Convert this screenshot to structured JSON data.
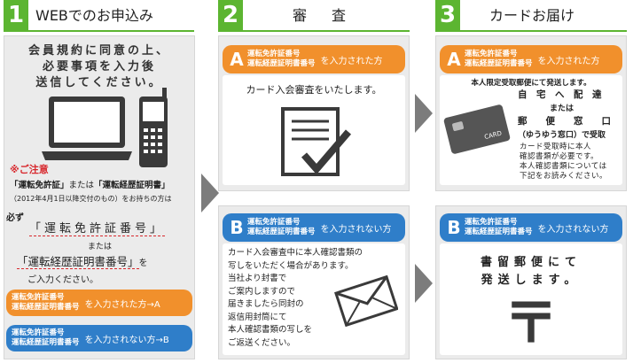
{
  "steps": [
    {
      "number": "1",
      "title": "WEBでのお申込み"
    },
    {
      "number": "2",
      "title": "審　査"
    },
    {
      "number": "3",
      "title": "カードお届け"
    }
  ],
  "license_pill_line1": "運転免許証番号",
  "license_pill_line2": "運転経歴証明書番号",
  "step1": {
    "intro": [
      "会員規約に同意の上、",
      "必要事項を入力後",
      "送信してください。"
    ],
    "notice_title": "※ご注意",
    "license_bracket": "「運転免許証」",
    "license_middle": "または",
    "cert_bracket": "「運転経歴証明書」",
    "date_note": "（2012年4月1日以降交付のもの）をお持ちの方は",
    "must": "必ず",
    "license_number": "「運転免許証番号」",
    "or": "または",
    "cert_number": "「運転経歴証明書番号」",
    "wo": "を",
    "please_input": "ご入力ください。",
    "pill_a_suffix": "を入力された方→A",
    "pill_b_suffix": "を入力されない方→B"
  },
  "step2": {
    "a_letter": "A",
    "a_suffix": "を入力された方",
    "a_text": "カード入会審査をいたします。",
    "b_letter": "B",
    "b_suffix": "を入力されない方",
    "b_text": [
      "カード入会審査中に本人確認書類の",
      "写しをいただく場合があります。",
      "当社より封書で",
      "ご案内しますので",
      "届きましたら同封の",
      "返信用封筒にて",
      "本人確認書類の写しを",
      "ご返送ください。"
    ]
  },
  "step3": {
    "a_letter": "A",
    "a_suffix": "を入力された方",
    "a_lines": [
      "本人限定受取郵便にて発送します。",
      "自　宅　へ　配　達",
      "または",
      "郵　　便　　窓　　口",
      "（ゆうゆう窓口）で受取"
    ],
    "card_label": "CARD",
    "a_note": [
      "カード受取時に本人",
      "確認書類が必要です。",
      "本人確認書類については",
      "下記をお読みください。"
    ],
    "b_letter": "B",
    "b_suffix": "を入力されない方",
    "b_text": [
      "書留郵便にて",
      "発送します。"
    ],
    "post_mark": "〒"
  },
  "colors": {
    "green": "#5cb531",
    "orange": "#f1902c",
    "blue": "#2f7ec9",
    "red": "#d8282d",
    "arrow": "#7c7c7c"
  },
  "icons": [
    "laptop-icon",
    "mobile-phone-icon",
    "document-check-icon",
    "envelope-icon",
    "credit-card-icon",
    "post-mark-icon"
  ]
}
